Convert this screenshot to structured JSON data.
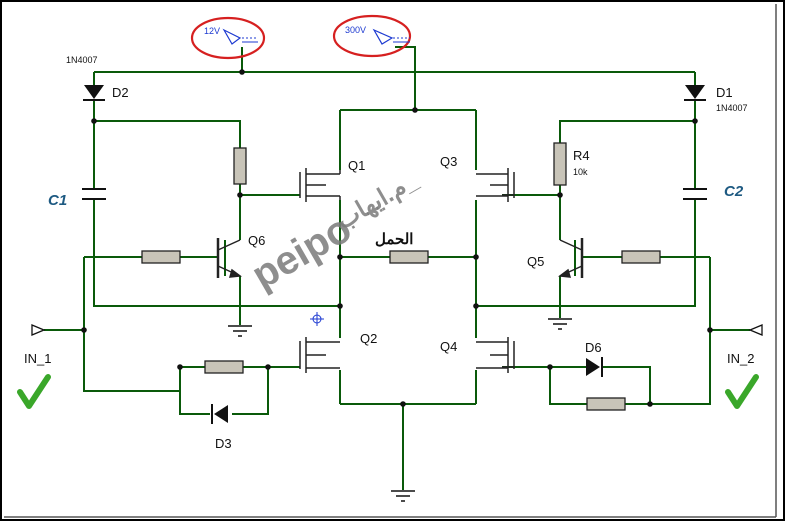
{
  "power": {
    "v12": "12V",
    "v300": "300V"
  },
  "labels": {
    "d1": "D1",
    "d1_part": "1N4007",
    "d2": "D2",
    "d2_part": "1N4007",
    "c1": "C1",
    "c2": "C2",
    "r4": "R4",
    "r4_value": "10k",
    "q1": "Q1",
    "q2": "Q2",
    "q3": "Q3",
    "q4": "Q4",
    "q5": "Q5",
    "q6": "Q6",
    "d3": "D3",
    "d6": "D6",
    "load": "الحمل",
    "in1": "IN_1",
    "in2": "IN_2"
  },
  "watermark": {
    "text": "peipo",
    "author": "م.ايهاب_"
  },
  "colors": {
    "wire": "#0a5a0a",
    "capacitor_label": "#1e5a82",
    "highlight": "#d62020",
    "check": "#3aa72a"
  },
  "icons": [
    "checkmark-icon",
    "power-terminal-icon",
    "ground-icon",
    "input-terminal-icon",
    "crosshair-icon"
  ]
}
